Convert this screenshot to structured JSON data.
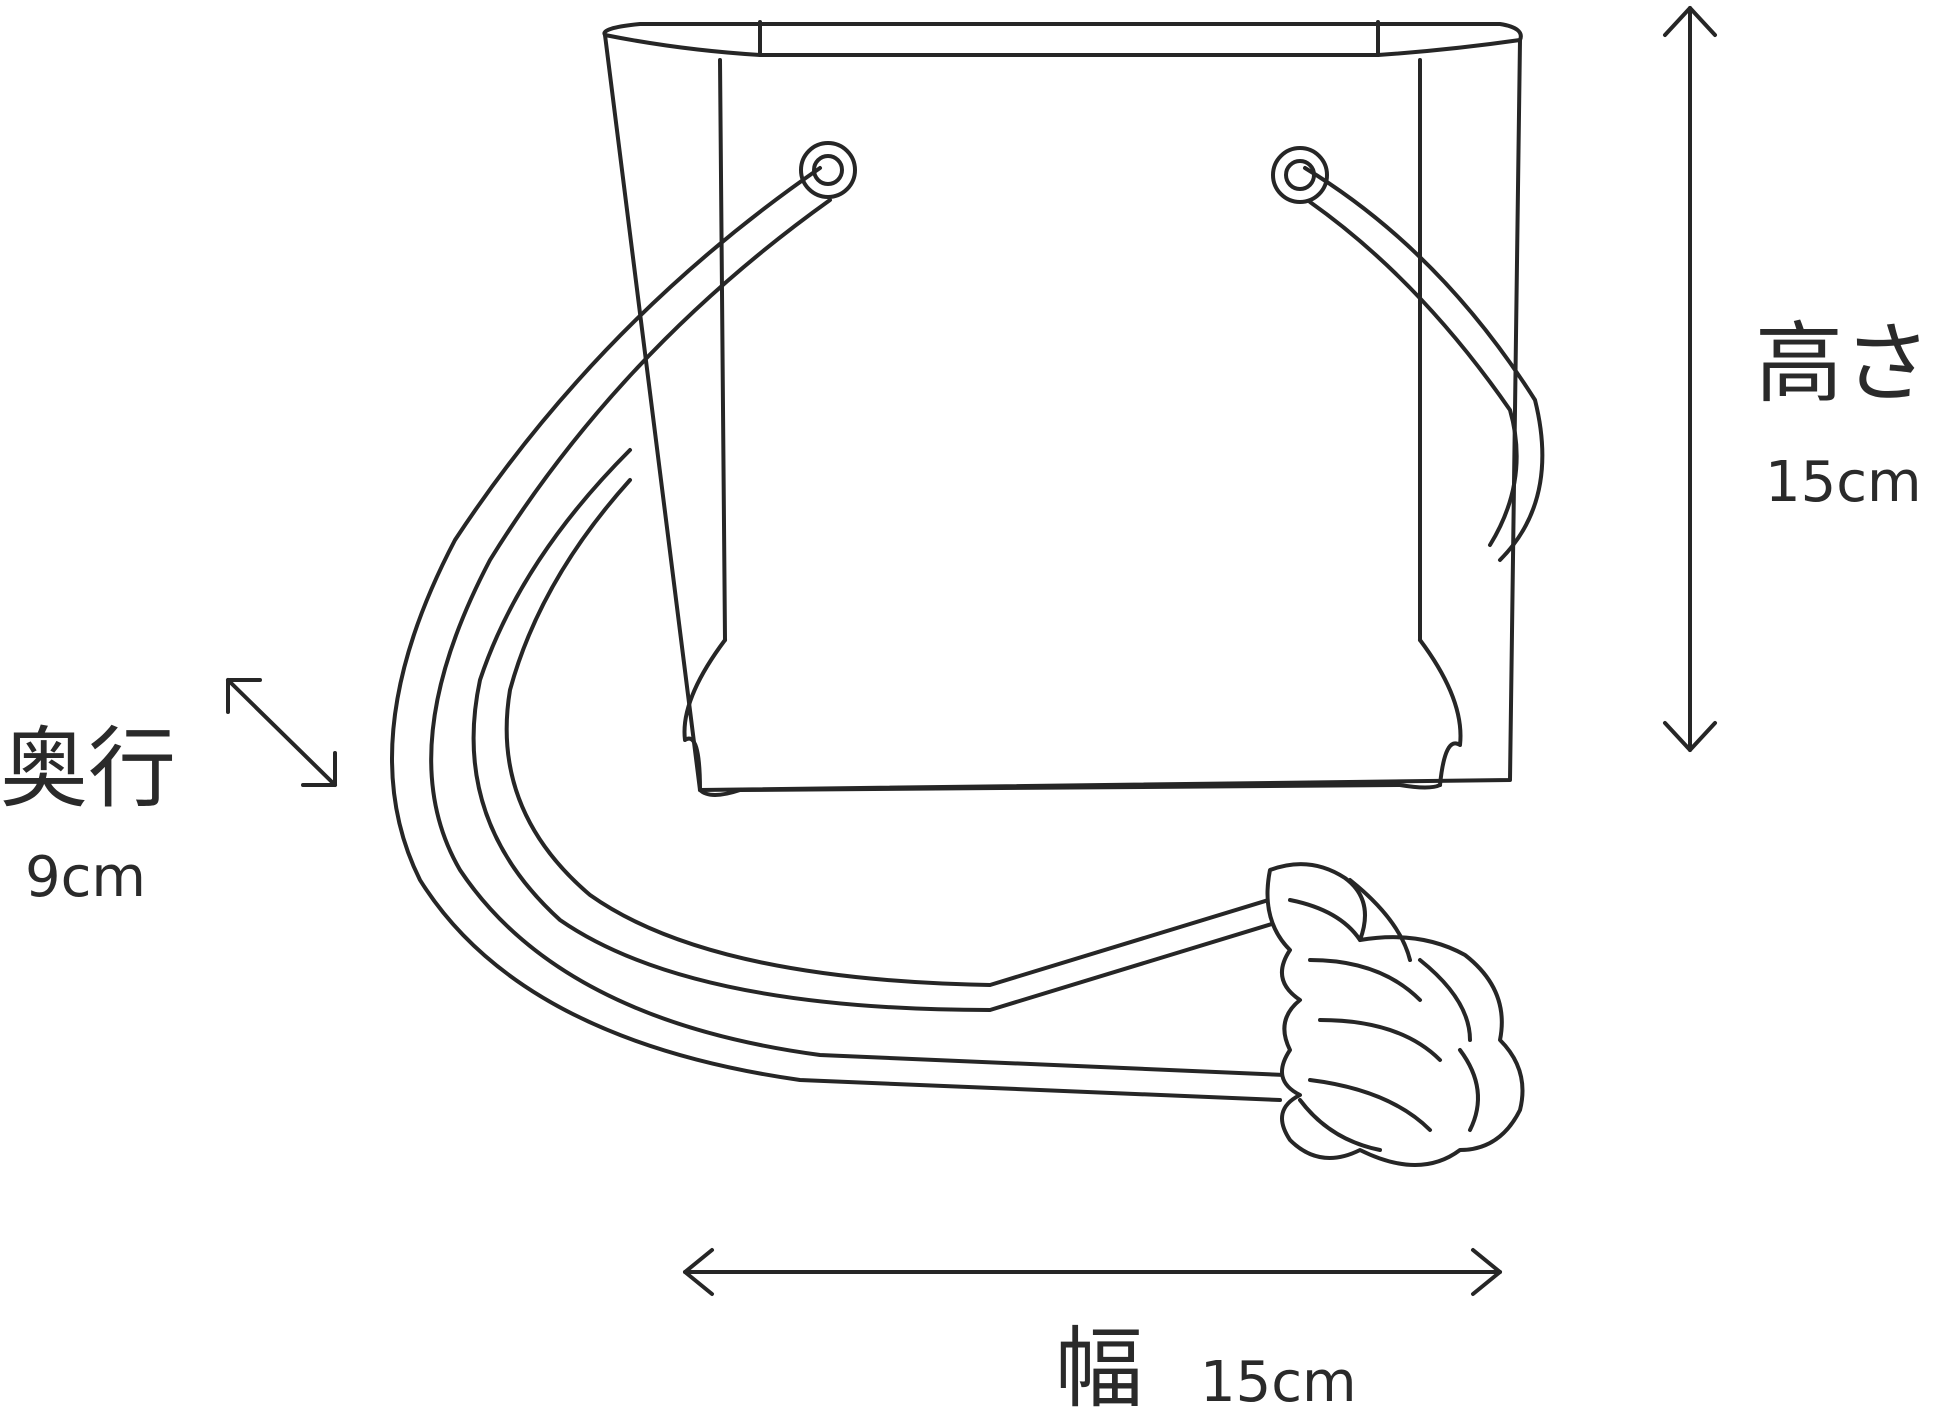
{
  "dimensions": {
    "height": {
      "label": "高さ",
      "value": "15cm"
    },
    "depth": {
      "label": "奥行",
      "value": "9cm"
    },
    "width": {
      "label": "幅",
      "value": "15cm"
    }
  },
  "colors": {
    "line": "#262626",
    "background": "#ffffff"
  }
}
